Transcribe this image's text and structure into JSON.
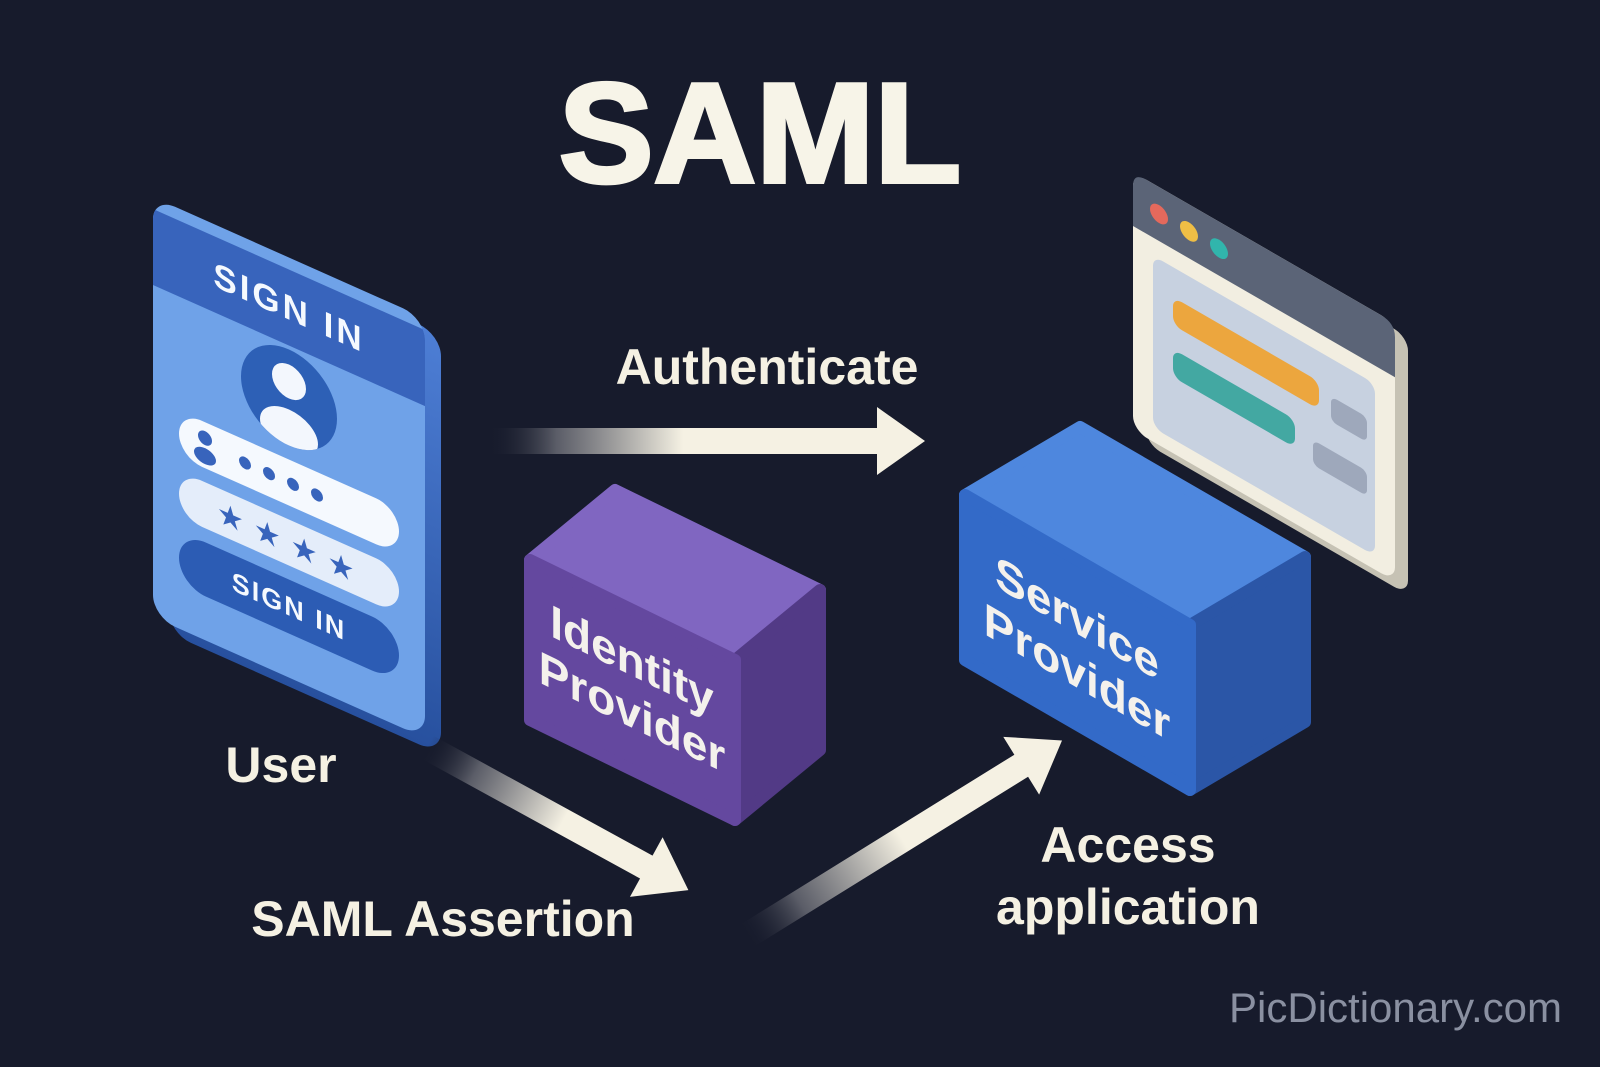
{
  "title": "SAML",
  "watermark": "PicDictionary.com",
  "colors": {
    "background": "#171B2C",
    "text_cream": "#F5F1E3",
    "card_body": "#6FA2E8",
    "card_header": "#3864BC",
    "card_button": "#2C5CB4",
    "card_side": "#3C6BC4",
    "identity_top": "#8066C1",
    "identity_front": "#64489F",
    "identity_side": "#523A86",
    "service_top": "#4E87DE",
    "service_front": "#336AC8",
    "service_side": "#2B56A7",
    "browser_frame": "#F2EEE1",
    "browser_titlebar": "#5B6477",
    "browser_content": "#C7D1E0",
    "browser_dot_red": "#E4695C",
    "browser_dot_yellow": "#EFBE45",
    "browser_dot_teal": "#31B5AC",
    "accent_orange": "#ECA63E",
    "accent_teal": "#43A8A2",
    "watermark_gray": "#8A90A1"
  },
  "user_card": {
    "header_label": "SIGN IN",
    "password_mask": "★★★★",
    "button_label": "SIGN IN",
    "caption": "User"
  },
  "identity_provider": {
    "line1": "Identity",
    "line2": "Provider"
  },
  "service_provider": {
    "line1": "Service",
    "line2": "Provider"
  },
  "flows": {
    "authenticate": "Authenticate",
    "saml_assertion": "SAML Assertion",
    "access_line1": "Access",
    "access_line2": "application"
  }
}
